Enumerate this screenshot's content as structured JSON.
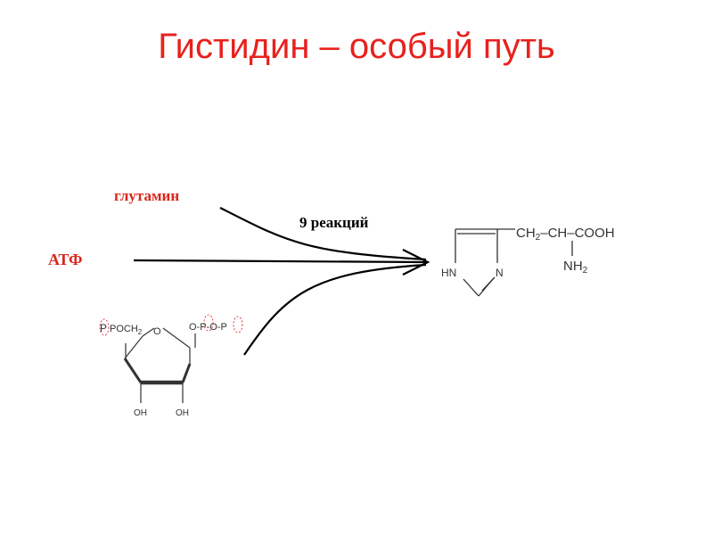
{
  "slide": {
    "title": "Гистидин – особый путь"
  },
  "inputs": {
    "glutamine": "глутамин",
    "atp": "АТФ"
  },
  "arrow_label": "9 реакций",
  "prpp": {
    "left_group": "POCH",
    "left_group_sub": "2",
    "left_p": "P",
    "ring_o": "O",
    "right_group": "O-P-O-P",
    "oh_left": "OH",
    "oh_right": "OH"
  },
  "histidine": {
    "ch2": "CH",
    "ch2_sub": "2",
    "dash1": "–",
    "ch": "CH",
    "dash2": "–",
    "cooh": "COOH",
    "nh2": "NH",
    "nh2_sub": "2",
    "hn": "HN",
    "n": "N"
  },
  "colors": {
    "title": "#e8211d",
    "labels": "#d9261c",
    "lines": "#000000"
  }
}
